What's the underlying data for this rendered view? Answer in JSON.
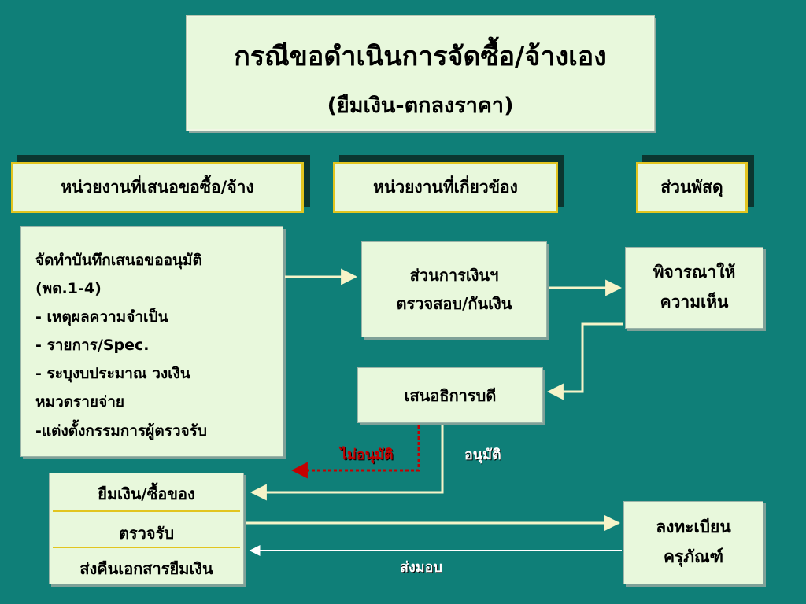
{
  "title": {
    "main": "กรณีขอดำเนินการจัดซื้อ/จ้างเอง",
    "sub": "(ยืมเงิน-ตกลงราคา)"
  },
  "headers": {
    "requester": "หน่วยงานที่เสนอขอซื้อ/จ้าง",
    "related": "หน่วยงานที่เกี่ยวข้อง",
    "supplies": "ส่วนพัสดุ"
  },
  "memo": {
    "lines": [
      "จัดทำบันทึกเสนอขออนุมัติ",
      "(พด.1-4)",
      "-  เหตุผลความจำเป็น",
      "-  รายการ/Spec.",
      "-  ระบุงบประมาณ วงเงิน",
      "หมวดรายจ่าย",
      "-แต่งตั้งกรรมการผู้ตรวจรับ"
    ]
  },
  "finance": {
    "line1": "ส่วนการเงินฯ",
    "line2": "ตรวจสอบ/กันเงิน"
  },
  "opinion": {
    "line1": "พิจารณาให้",
    "line2": "ความเห็น"
  },
  "president": {
    "label": "เสนอธิการบดี"
  },
  "steps": {
    "borrow": "ยืมเงิน/ซื้อของ",
    "inspect": "ตรวจรับ",
    "return_docs": "ส่งคืนเอกสารยืมเงิน"
  },
  "register": {
    "line1": "ลงทะเบียน",
    "line2": "ครุภัณฑ์"
  },
  "labels": {
    "not_approved": "ไม่อนุมัติ",
    "approved": "อนุมัติ",
    "deliver": "ส่งมอบ"
  },
  "colors": {
    "background": "#0f7f78",
    "box_fill": "#e8f8dc",
    "header_border": "#e2c520",
    "connector": "#f6f4c8",
    "reject": "#c40000"
  }
}
